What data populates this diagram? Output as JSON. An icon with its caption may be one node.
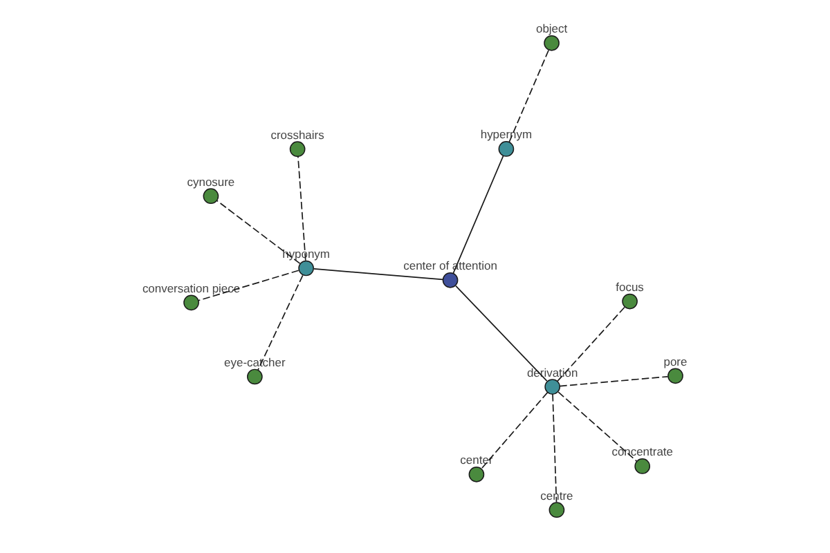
{
  "diagram": {
    "nodes": [
      {
        "text": [
          "object"
        ]
      },
      {
        "text": [
          "hypernym"
        ]
      },
      {
        "text": [
          "eye-catcher"
        ]
      },
      {
        "text": [
          "conversation piece"
        ]
      },
      {
        "text": [
          "hyponym"
        ]
      },
      {
        "text": [
          "center of attention"
        ]
      },
      {
        "text": [
          "crosshairs"
        ]
      },
      {
        "text": [
          "cynosure"
        ]
      },
      {
        "text": [
          "center"
        ]
      },
      {
        "text": [
          "derivation"
        ]
      },
      {
        "text": [
          "concentrate"
        ]
      },
      {
        "text": [
          "focus"
        ]
      },
      {
        "text": [
          "centre"
        ]
      },
      {
        "text": [
          "pore"
        ]
      }
    ],
    "edges": [
      {
        "from": 5,
        "to": 1,
        "arrow": "none"
      },
      {
        "from": 1,
        "to": 0,
        "arrow": "none",
        "style": "dashed"
      },
      {
        "from": 5,
        "to": 4,
        "arrow": "none"
      },
      {
        "from": 4,
        "to": 2,
        "arrow": "none",
        "style": "dashed"
      },
      {
        "from": 4,
        "to": 3,
        "arrow": "none",
        "style": "dashed"
      },
      {
        "from": 4,
        "to": 6,
        "arrow": "none",
        "style": "dashed"
      },
      {
        "from": 4,
        "to": 7,
        "arrow": "none",
        "style": "dashed"
      },
      {
        "from": 5,
        "to": 9,
        "arrow": "none"
      },
      {
        "from": 9,
        "to": 8,
        "arrow": "none",
        "style": "dashed"
      },
      {
        "from": 9,
        "to": 10,
        "arrow": "none",
        "style": "dashed"
      },
      {
        "from": 9,
        "to": 11,
        "arrow": "none",
        "style": "dashed"
      },
      {
        "from": 9,
        "to": 12,
        "arrow": "none",
        "style": "dashed"
      },
      {
        "from": 9,
        "to": 13,
        "arrow": "none",
        "style": "dashed"
      }
    ]
  }
}
